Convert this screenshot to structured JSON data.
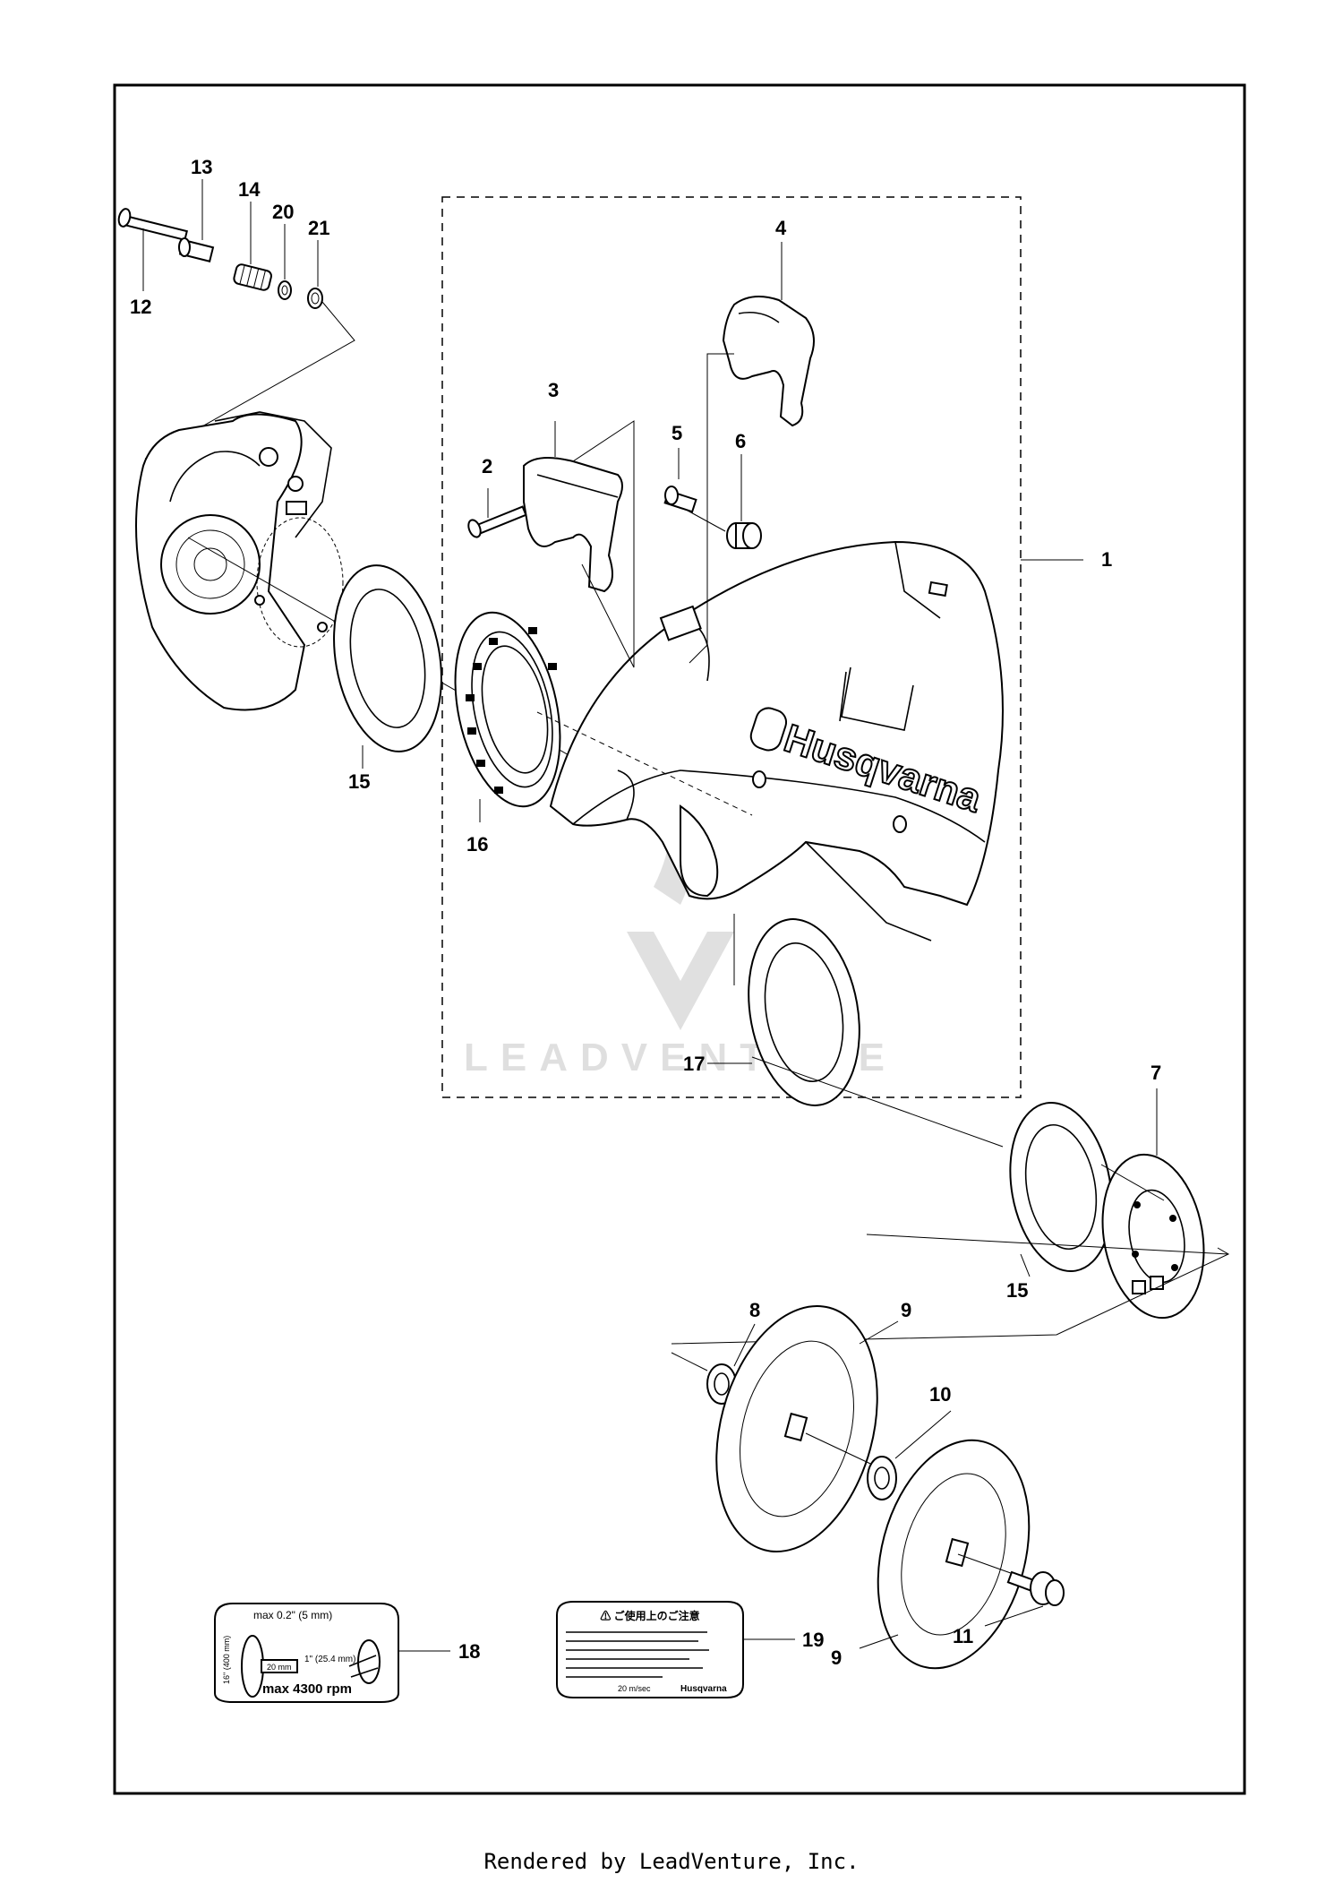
{
  "brand": "Husqvarna",
  "watermark": "LEADVENTURE",
  "footer": "Rendered by LeadVenture, Inc.",
  "callouts": {
    "c1": "1",
    "c2": "2",
    "c3": "3",
    "c4": "4",
    "c5": "5",
    "c6": "6",
    "c7": "7",
    "c8": "8",
    "c9a": "9",
    "c9b": "9",
    "c10": "10",
    "c11": "11",
    "c12": "12",
    "c13": "13",
    "c14": "14",
    "c15a": "15",
    "c15b": "15",
    "c16": "16",
    "c17": "17",
    "c18": "18",
    "c19": "19",
    "c20": "20",
    "c21": "21"
  },
  "label18": {
    "max_offset": "max 0.2\" (5 mm)",
    "diameter": "16\" (400 mm)",
    "width": "20 mm",
    "arbor": "1\" (25.4 mm)",
    "rpm": "max 4300 rpm"
  },
  "label19": {
    "heading": "⚠ ご使用上のご注意",
    "brand": "Husqvarna",
    "size_line": "20 m/sec"
  }
}
